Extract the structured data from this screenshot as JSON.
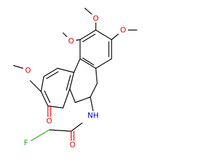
{
  "molecule": {
    "atom_labels": {
      "o_methoxy_1": "O",
      "o_methoxy_2": "O",
      "o_methoxy_3": "O",
      "o_methoxy_4": "O",
      "o_ketone": "O",
      "n_amide": "NH",
      "o_amide": "O",
      "f_fluoro": "F"
    },
    "colors": {
      "bond": "#000000",
      "oxygen": "#e00000",
      "nitrogen": "#0000e0",
      "fluorine": "#22aa22",
      "background": "#ffffff"
    }
  }
}
